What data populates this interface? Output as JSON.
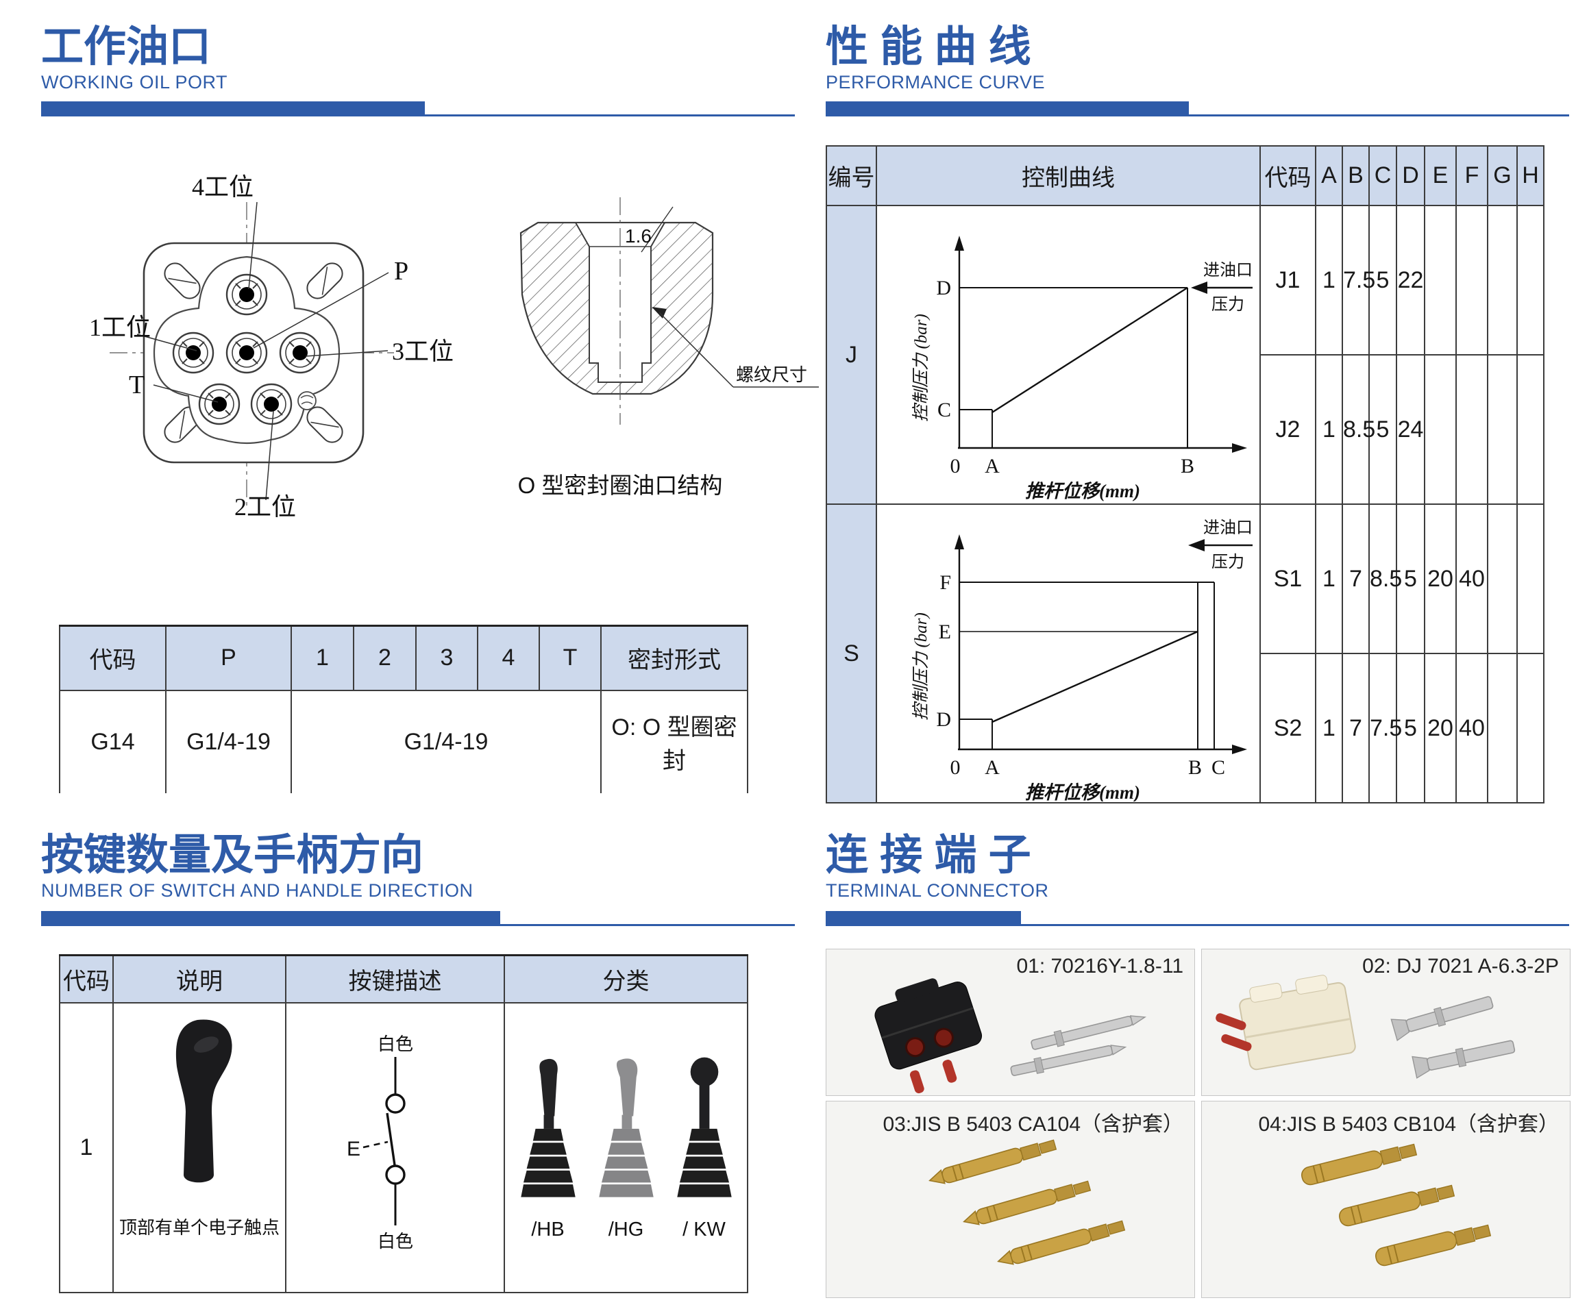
{
  "colors": {
    "accent": "#2e5ba8",
    "table_header_fill": "#cdd9ec",
    "border": "#3c3c3c"
  },
  "oil_port": {
    "title": "工作油口",
    "subtitle": "WORKING OIL PORT",
    "diagram": {
      "label_pos4": "4工位",
      "label_p": "P",
      "label_pos1": "1工位",
      "label_pos3": "3工位",
      "label_t": "T",
      "label_pos2": "2工位"
    },
    "section_view": {
      "roughness": "1.6",
      "thread_label": "螺纹尺寸",
      "caption": "O 型密封圈油口结构"
    },
    "table": {
      "headers": [
        "代码",
        "P",
        "1",
        "2",
        "3",
        "4",
        "T",
        "密封形式"
      ],
      "row": {
        "code": "G14",
        "p_thread": "G1/4-19",
        "ports_thread": "G1/4-19",
        "seal": "O: O 型圈密封"
      }
    }
  },
  "performance": {
    "title": "性 能 曲 线",
    "subtitle": "PERFORMANCE CURVE",
    "headers": {
      "no": "编号",
      "curve": "控制曲线",
      "code": "代码",
      "letters": [
        "A",
        "B",
        "C",
        "D",
        "E",
        "F",
        "G",
        "H"
      ]
    },
    "groups": [
      {
        "id": "J",
        "rows": [
          {
            "code": "J1",
            "a": "1",
            "b": "7.5",
            "c": "5",
            "d": "22",
            "e": "",
            "f": "",
            "g": "",
            "h": ""
          },
          {
            "code": "J2",
            "a": "1",
            "b": "8.5",
            "c": "5",
            "d": "24",
            "e": "",
            "f": "",
            "g": "",
            "h": ""
          }
        ]
      },
      {
        "id": "S",
        "rows": [
          {
            "code": "S1",
            "a": "1",
            "b": "7",
            "c": "8.5",
            "d": "5",
            "e": "20",
            "f": "40",
            "g": "",
            "h": ""
          },
          {
            "code": "S2",
            "a": "1",
            "b": "7",
            "c": "7.5",
            "d": "5",
            "e": "20",
            "f": "40",
            "g": "",
            "h": ""
          }
        ]
      }
    ],
    "chart_j": {
      "ylabel": "控制压力 (bar)",
      "xlabel": "推杆位移(mm)",
      "y_ticks": [
        "D",
        "C"
      ],
      "x_ticks": [
        "0",
        "A",
        "B"
      ],
      "ann_top": "进油口",
      "ann_bottom": "压力"
    },
    "chart_s": {
      "ylabel": "控制压力 (bar)",
      "xlabel": "推杆位移(mm)",
      "y_ticks": [
        "F",
        "E",
        "D"
      ],
      "x_ticks": [
        "0",
        "A",
        "B",
        "C"
      ],
      "ann_top": "进油口",
      "ann_bottom": "压力"
    }
  },
  "switch_handle": {
    "title": "按键数量及手柄方向",
    "subtitle": "NUMBER OF SWITCH AND HANDLE DIRECTION",
    "table": {
      "headers": [
        "代码",
        "说明",
        "按键描述",
        "分类"
      ],
      "row": {
        "code": "1",
        "caption": "顶部有单个电子触点",
        "white_top": "白色",
        "white_bottom": "白色",
        "e_label": "E",
        "classes": [
          "/HB",
          "/HG",
          "/ KW"
        ]
      }
    }
  },
  "terminal": {
    "title": "连 接 端 子",
    "subtitle": "TERMINAL CONNECTOR",
    "cards": [
      {
        "label": "01: 70216Y-1.8-11"
      },
      {
        "label": "02: DJ 7021 A-6.3-2P"
      },
      {
        "label": "03:JIS B 5403 CA104（含护套）"
      },
      {
        "label": "04:JIS B 5403 CB104（含护套）"
      }
    ]
  },
  "chart_data": [
    {
      "type": "line",
      "title": "J control curve",
      "xlabel": "推杆位移(mm)",
      "ylabel": "控制压力 (bar)",
      "x_ticks": [
        "0",
        "A",
        "B"
      ],
      "y_levels": [
        "C",
        "D"
      ],
      "series": [
        {
          "name": "control pressure",
          "points": [
            [
              "A",
              "C"
            ],
            [
              "B",
              "D"
            ]
          ]
        }
      ],
      "annotation": "进油口压力"
    },
    {
      "type": "line",
      "title": "S control curve",
      "xlabel": "推杆位移(mm)",
      "ylabel": "控制压力 (bar)",
      "x_ticks": [
        "0",
        "A",
        "B",
        "C"
      ],
      "y_levels": [
        "D",
        "E",
        "F"
      ],
      "series": [
        {
          "name": "control pressure",
          "points": [
            [
              "A",
              "D"
            ],
            [
              "B",
              "E"
            ],
            [
              "C",
              "F"
            ]
          ]
        }
      ],
      "annotation": "进油口压力"
    }
  ]
}
